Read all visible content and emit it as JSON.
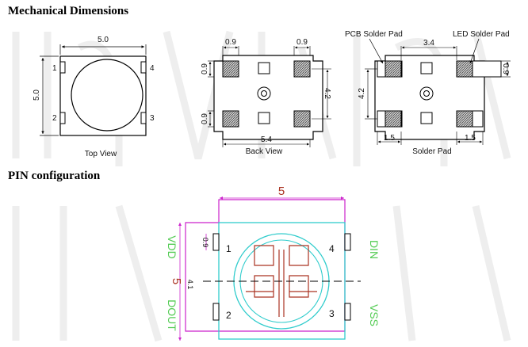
{
  "headings": {
    "mechanical": "Mechanical  Dimensions",
    "pin": "PIN  configuration"
  },
  "top_view": {
    "caption": "Top View",
    "width": "5.0",
    "height": "5.0",
    "pins": [
      "1",
      "2",
      "3",
      "4"
    ]
  },
  "back_view": {
    "caption": "Back View",
    "pad_w_left": "0.9",
    "pad_w_right": "0.9",
    "pad_h_top": "0.9",
    "pad_h_bottom": "0.9",
    "height": "4.2",
    "width": "5.4"
  },
  "solder_pad": {
    "caption": "Solder Pad",
    "pcb_label": "PCB Solder Pad",
    "led_label": "LED Solder Pad",
    "pitch": "3.4",
    "height": "4.2",
    "right_h": "0.9",
    "left_w": "1.5",
    "right_w": "1.5"
  },
  "pin_config": {
    "top_dim": "5",
    "side_dim": "5",
    "pad_dim": "0.9",
    "mid_dim": "4.1",
    "pins": [
      "1",
      "2",
      "3",
      "4"
    ],
    "signals": {
      "vdd": "VDD",
      "dout": "DOUT",
      "din": "DIN",
      "vss": "VSS"
    }
  },
  "colors": {
    "magenta": "#cc22cc",
    "cyan": "#30cccc",
    "green": "#55cc55",
    "red": "#aa3322",
    "pad_fill": "#888888"
  }
}
